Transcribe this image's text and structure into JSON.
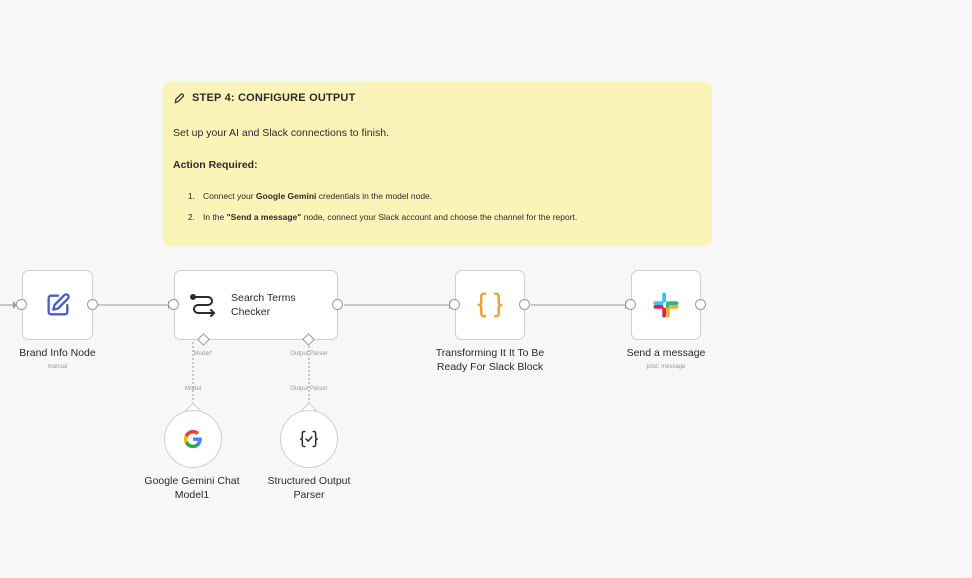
{
  "note": {
    "title": "STEP 4: CONFIGURE OUTPUT",
    "intro": "Set up your AI and Slack connections to finish.",
    "subhead": "Action Required:",
    "items": [
      {
        "num": "1.",
        "pre": "Connect your ",
        "bold": "Google Gemini",
        "post": " credentials in the model node."
      },
      {
        "num": "2.",
        "pre": "In the ",
        "bold": "\"Send a message\"",
        "post": " node, connect your Slack account and choose the channel for the report."
      }
    ]
  },
  "nodes": {
    "brand": {
      "label": "Brand Info Node",
      "sublabel": "manual",
      "icon": "edit-icon"
    },
    "search": {
      "line1": "Search Terms",
      "line2": "Checker",
      "icon": "agent-icon",
      "port_model": "Model*",
      "port_parser": "Output Parser"
    },
    "transform": {
      "line1": "Transforming It It To Be",
      "line2": "Ready For Slack Block",
      "icon": "code-braces-icon"
    },
    "slack": {
      "label": "Send a message",
      "sublabel": "post: message",
      "icon": "slack-icon"
    },
    "gemini": {
      "line1": "Google Gemini Chat",
      "line2": "Model1",
      "port_label": "Model",
      "icon": "google-icon"
    },
    "parser": {
      "line1": "Structured Output",
      "line2": "Parser",
      "port_label": "Output Parser",
      "icon": "parser-icon"
    }
  },
  "colors": {
    "note_bg": "#fbf4b8",
    "edit_icon": "#4a5fc1",
    "braces_icon": "#e8a33d",
    "canvas_bg": "#f7f7f7"
  }
}
